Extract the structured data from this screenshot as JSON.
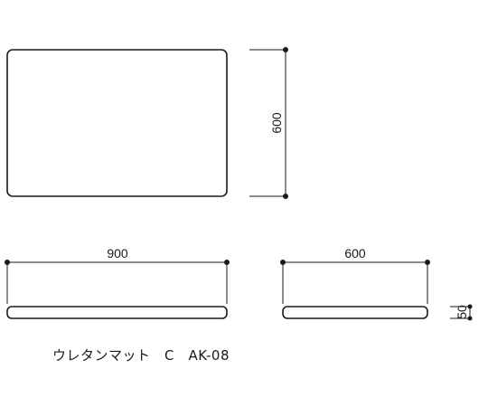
{
  "colors": {
    "line": "#1a1a1a",
    "background": "#ffffff"
  },
  "dimensions": {
    "height_top_view": "600",
    "width_front_view": "900",
    "width_side_view": "600",
    "thickness_side_view": "50"
  },
  "caption": "ウレタンマット　C　AK-08"
}
